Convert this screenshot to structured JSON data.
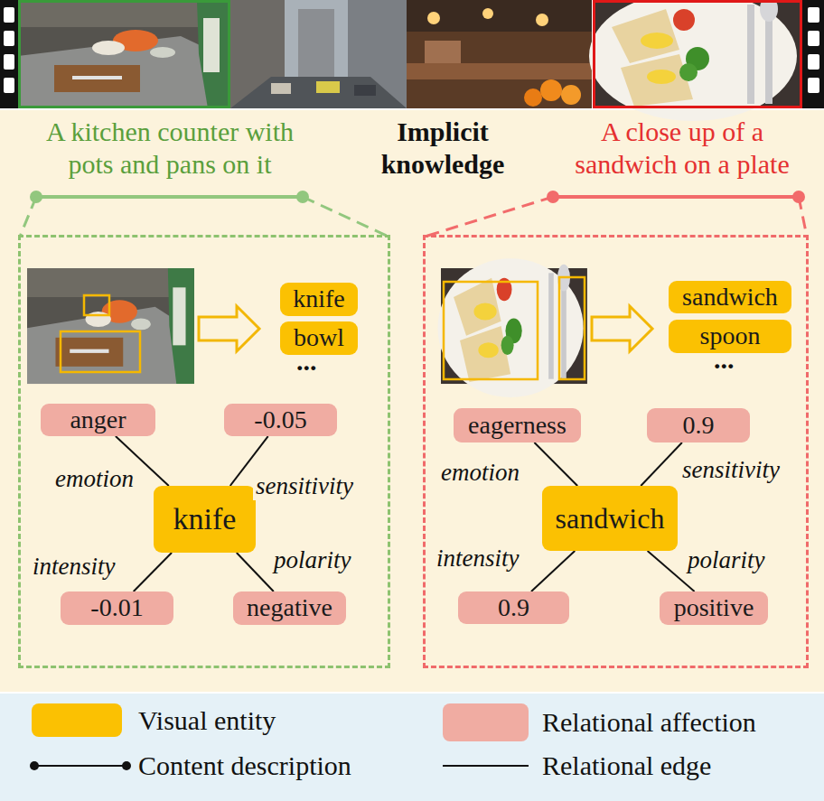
{
  "diagram": {
    "nodes": [
      {
        "text": [
          "A kitchen counter with pots and pans on it"
        ]
      },
      {
        "text": [
          "knife"
        ],
        "in": 0
      },
      {
        "text": [
          "bowl"
        ],
        "in": 0
      },
      {
        "text": [
          "anger"
        ],
        "in": 0
      },
      {
        "text": [
          "-0.05"
        ],
        "in": 0
      },
      {
        "text": [
          "knife"
        ],
        "in": 0
      },
      {
        "text": [
          "-0.01"
        ],
        "in": 0
      },
      {
        "text": [
          "negative"
        ],
        "in": 0
      },
      {
        "text": [
          "A close up of a sandwich on a plate"
        ]
      },
      {
        "text": [
          "sandwich"
        ],
        "in": 8
      },
      {
        "text": [
          "spoon"
        ],
        "in": 8
      },
      {
        "text": [
          "eagerness"
        ],
        "in": 8
      },
      {
        "text": [
          "0.9"
        ],
        "in": 8
      },
      {
        "text": [
          "sandwich"
        ],
        "in": 8
      },
      {
        "text": [
          "0.9"
        ],
        "in": 8
      },
      {
        "text": [
          "positive"
        ],
        "in": 8
      }
    ],
    "edges": [
      {
        "from": 5,
        "to": 3,
        "label": "emotion",
        "arrow": "none"
      },
      {
        "from": 5,
        "to": 4,
        "label": "sensitivity",
        "arrow": "none"
      },
      {
        "from": 5,
        "to": 6,
        "label": "intensity",
        "arrow": "none"
      },
      {
        "from": 5,
        "to": 7,
        "label": "polarity",
        "arrow": "none"
      },
      {
        "from": 13,
        "to": 11,
        "label": "emotion",
        "arrow": "none"
      },
      {
        "from": 13,
        "to": 12,
        "label": "sensitivity",
        "arrow": "none"
      },
      {
        "from": 13,
        "to": 14,
        "label": "intensity",
        "arrow": "none"
      },
      {
        "from": 13,
        "to": 15,
        "label": "polarity",
        "arrow": "none"
      }
    ],
    "labels": [
      "Implicit knowledge",
      "...",
      "..."
    ],
    "legend": [
      {
        "text": "Visual entity",
        "color": "#fbc102"
      },
      {
        "text": "Relational affection",
        "color": "#f0aca2"
      },
      {
        "text": "Content description"
      },
      {
        "text": "Relational edge"
      }
    ]
  }
}
